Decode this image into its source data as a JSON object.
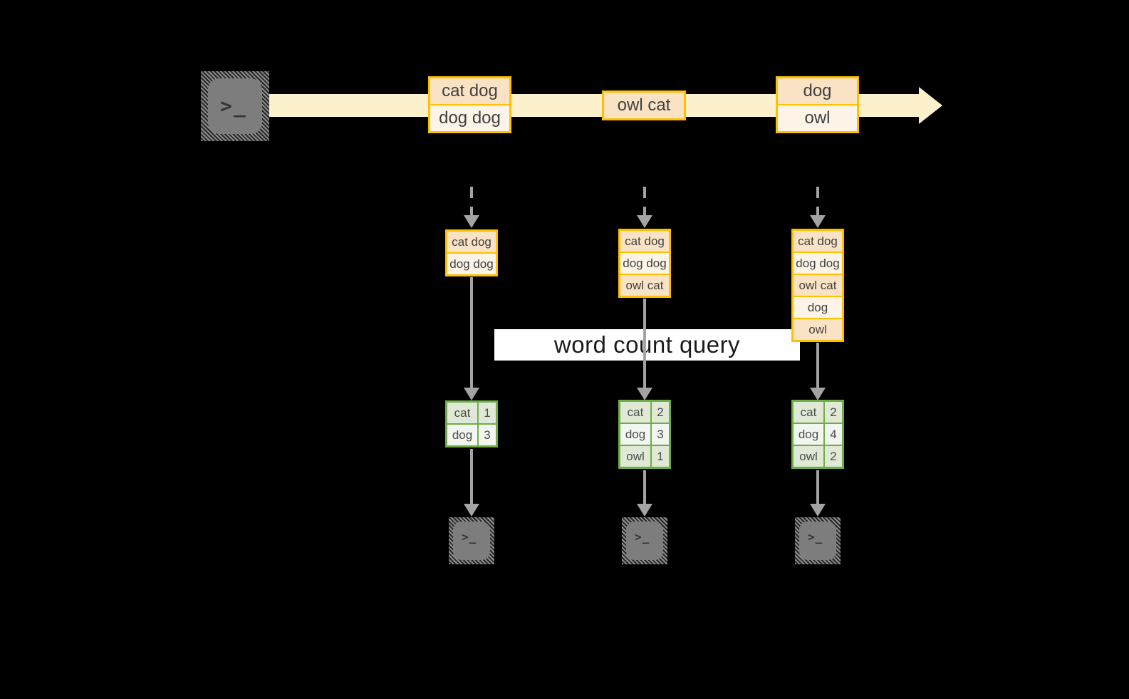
{
  "diagram": {
    "title_hint": "streaming word count",
    "prompt_glyph": ">_",
    "query_label": "word count query",
    "stream_events": [
      {
        "rows": [
          "cat dog",
          "dog dog"
        ]
      },
      {
        "rows": [
          "owl cat"
        ]
      },
      {
        "rows": [
          "dog",
          "owl"
        ]
      }
    ],
    "columns": [
      {
        "input_rows": [
          "cat dog",
          "dog dog"
        ],
        "count_rows": [
          {
            "word": "cat",
            "count": "1"
          },
          {
            "word": "dog",
            "count": "3"
          }
        ]
      },
      {
        "input_rows": [
          "cat dog",
          "dog dog",
          "owl cat"
        ],
        "count_rows": [
          {
            "word": "cat",
            "count": "2"
          },
          {
            "word": "dog",
            "count": "3"
          },
          {
            "word": "owl",
            "count": "1"
          }
        ]
      },
      {
        "input_rows": [
          "cat dog",
          "dog dog",
          "owl cat",
          "dog",
          "owl"
        ],
        "count_rows": [
          {
            "word": "cat",
            "count": "2"
          },
          {
            "word": "dog",
            "count": "4"
          },
          {
            "word": "owl",
            "count": "2"
          }
        ]
      }
    ],
    "colors": {
      "background": "#000000",
      "stream_band": "#fdf1cd",
      "event_border": "#ffc000",
      "event_fill_dark": "#fae3c4",
      "event_fill_light": "#fdf3e6",
      "table_border": "#70ad47",
      "table_fill_dark": "#dfe9d5",
      "table_fill_light": "#f2f6f0",
      "arrow_gray": "#a3a3a3",
      "label_bg": "#ffffff",
      "text_dark": "#404040"
    }
  }
}
